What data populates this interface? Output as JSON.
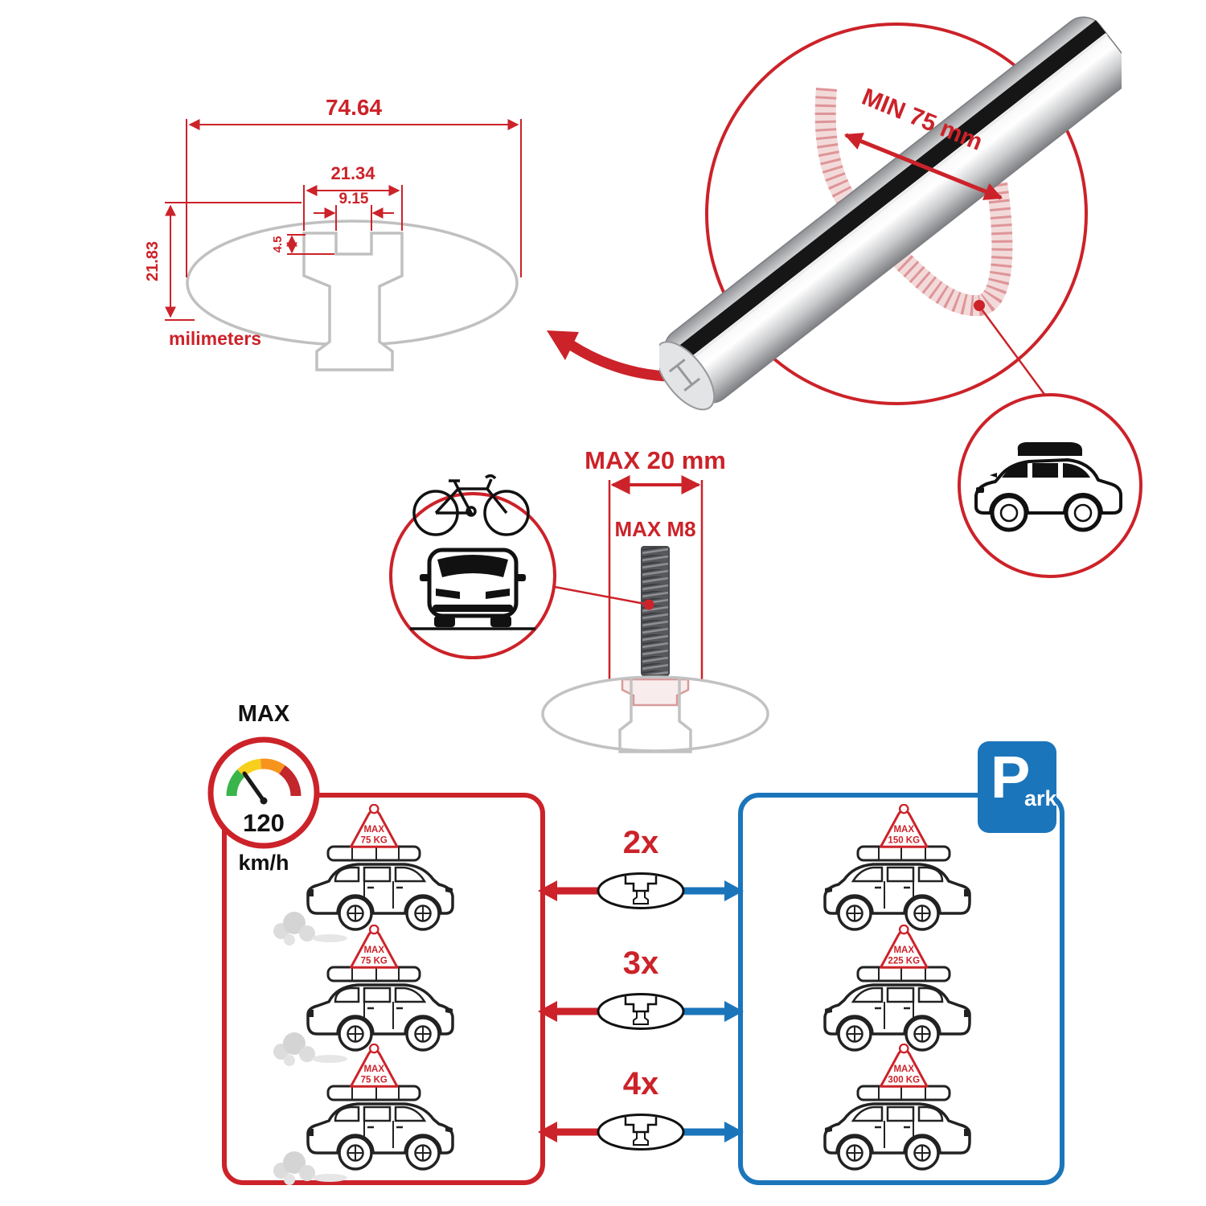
{
  "title": "Roof rack crossbar specification infographic",
  "colors": {
    "red": "#cc2229",
    "blue": "#1b75bb",
    "profile_gray": "#c0c0c0",
    "gauge_green": "#39b54a",
    "gauge_yellow": "#f7d01e",
    "gauge_orange": "#f7941d",
    "gauge_red": "#c1272d"
  },
  "tech_drawing": {
    "dim_total_width": "74.64",
    "dim_channel_outer": "21.34",
    "dim_slot_width": "9.15",
    "dim_lip_depth": "4.5",
    "dim_profile_height": "21.83",
    "units_label": "milimeters"
  },
  "bar_detail": {
    "min_span_label": "MIN 75 mm"
  },
  "bolt_detail": {
    "max_width_label": "MAX 20 mm",
    "max_thread_label": "MAX M8"
  },
  "speed_limit": {
    "heading": "MAX",
    "value": "120",
    "unit": "km/h"
  },
  "parking_sign": {
    "letter": "P",
    "suffix": "ark"
  },
  "left_panel_cars": [
    {
      "line1": "MAX",
      "line2": "75 KG"
    },
    {
      "line1": "MAX",
      "line2": "75 KG"
    },
    {
      "line1": "MAX",
      "line2": "75 KG"
    }
  ],
  "right_panel_cars": [
    {
      "line1": "MAX",
      "line2": "150 KG"
    },
    {
      "line1": "MAX",
      "line2": "225 KG"
    },
    {
      "line1": "MAX",
      "line2": "300 KG"
    }
  ],
  "multipliers": [
    {
      "label": "2x"
    },
    {
      "label": "3x"
    },
    {
      "label": "4x"
    }
  ]
}
